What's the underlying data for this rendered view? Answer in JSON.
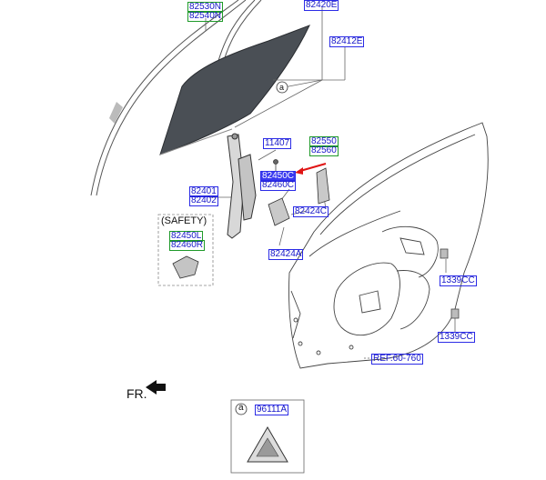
{
  "labels": {
    "p82530N": "82530N",
    "p82540N": "82540N",
    "p82420E": "82420E",
    "p82412E": "82412E",
    "callout_a": "a",
    "p11407": "11407",
    "p82550": "82550",
    "p82560": "82560",
    "p82450C": "82450C",
    "p82460C": "82460C",
    "p82401": "82401",
    "p82402": "82402",
    "safety": "(SAFETY)",
    "p82450L": "82450L",
    "p82460R": "82460R",
    "p82424C": "82424C",
    "p82424A": "82424A",
    "p1339CC_1": "1339CC",
    "p1339CC_2": "1339CC",
    "ref": "REF.60-760",
    "fr": "FR.",
    "inset_a": "a",
    "p96111A": "96111A"
  },
  "colors": {
    "callout_blue": "#2b2be6",
    "callout_green": "#1f9a2a",
    "highlight_fill": "#3b3bf0",
    "pointer_red": "#e01515",
    "glass": "#4a4f55"
  }
}
